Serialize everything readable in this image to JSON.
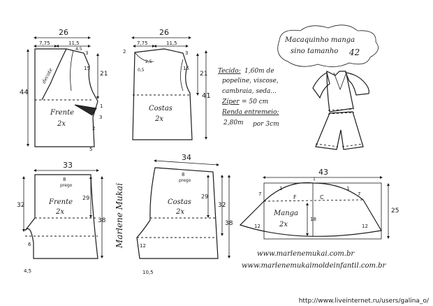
{
  "title": {
    "line1": "Macaquinho manga",
    "line2": "sino tamanho",
    "size": "42"
  },
  "materials": {
    "tecido_label": "Tecido:",
    "tecido_1": "1,60m de",
    "tecido_2": "popeline, viscose,",
    "tecido_3": "cambraia, seda...",
    "ziper_label": "Zíper",
    "ziper_value": "= 50 cm",
    "renda_label": "Renda entremeio:",
    "renda_value_1": "2,80m",
    "renda_value_2": "por 3cm"
  },
  "pieces": {
    "frente_top": {
      "label": "Frente",
      "qty": "2x",
      "width": "26",
      "m1": "7,75",
      "m2": "11,5",
      "height": "44",
      "side": "21",
      "m3": "3",
      "m4": "4,5",
      "m5": "15",
      "m6": "3",
      "m7": "1",
      "m8": "2",
      "m9": "5",
      "grain": "decote"
    },
    "costas_top": {
      "label": "Costas",
      "qty": "2x",
      "width": "26",
      "m1": "7,75",
      "m2": "11,5",
      "height": "41",
      "side": "21",
      "m3": "3",
      "m4": "2",
      "m5": "0,5",
      "m6": "15",
      "m7": "2,5"
    },
    "frente_bottom": {
      "label": "Frente",
      "qty": "2x",
      "width": "33",
      "prego_val": "8",
      "prego": "prego",
      "side": "29",
      "height": "32",
      "height2": "38",
      "crotch": "6",
      "hem": "4,5"
    },
    "costas_bottom": {
      "label": "Costas",
      "qty": "2x",
      "width": "34",
      "m1": "8",
      "prego": "prego",
      "side": "29",
      "height": "32",
      "height2": "38",
      "crotch": "12",
      "hem": "10,5"
    },
    "manga": {
      "label": "Manga",
      "qty": "2x",
      "width": "43",
      "f": "F",
      "c": "C",
      "m_left": "7",
      "m_right": "7",
      "height": "25",
      "cap": "18",
      "side_l": "12",
      "side_r": "12",
      "top_l": "1",
      "top_r": "1",
      "fold": "1"
    }
  },
  "signature": "Marlene Mukai",
  "website_1": "www.marlenemukai.com.br",
  "website_2": "www.marlenemukaimoldeinfantil.com.br",
  "source_url": "http://www.liveinternet.ru/users/galina_o/"
}
